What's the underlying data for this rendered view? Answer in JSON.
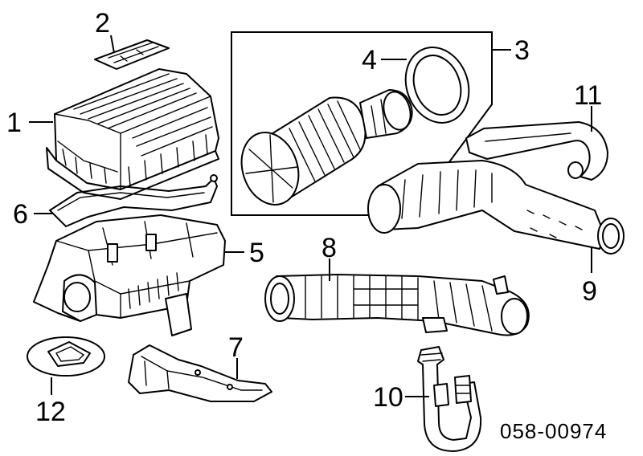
{
  "colors": {
    "ink": "#000000",
    "paper": "#ffffff"
  },
  "callouts": [
    {
      "id": "1",
      "label": "1"
    },
    {
      "id": "2",
      "label": "2"
    },
    {
      "id": "3",
      "label": "3"
    },
    {
      "id": "4",
      "label": "4"
    },
    {
      "id": "5",
      "label": "5"
    },
    {
      "id": "6",
      "label": "6"
    },
    {
      "id": "7",
      "label": "7"
    },
    {
      "id": "8",
      "label": "8"
    },
    {
      "id": "9",
      "label": "9"
    },
    {
      "id": "10",
      "label": "10"
    },
    {
      "id": "11",
      "label": "11"
    },
    {
      "id": "12",
      "label": "12"
    }
  ],
  "diagram_code": "058-00974"
}
